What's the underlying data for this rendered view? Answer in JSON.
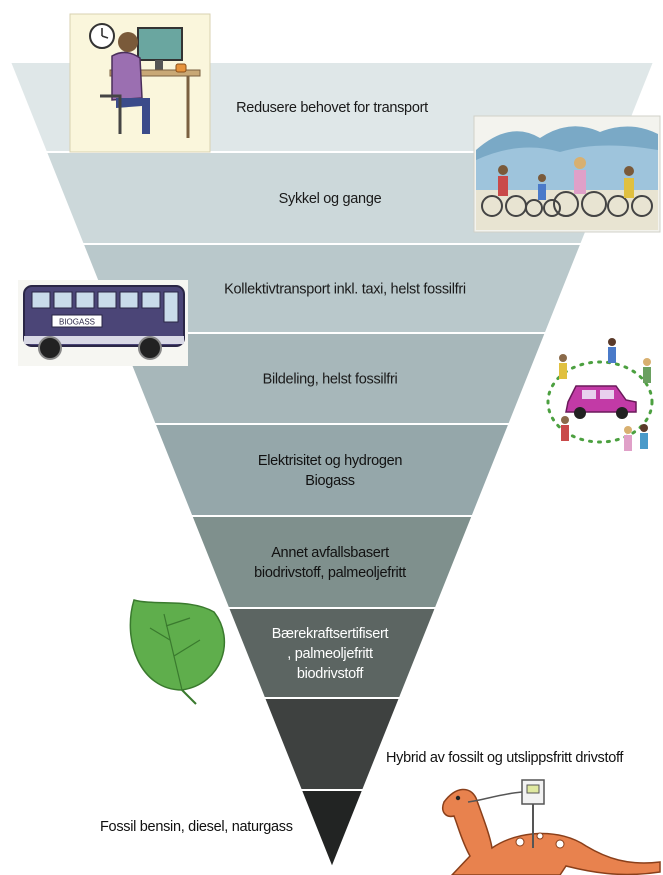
{
  "pyramid": {
    "levels": [
      {
        "id": "reduce-transport",
        "lines": [
          "Redusere behovet for transport"
        ],
        "fill": "#dfe7e8",
        "text_color": "#1a1a1a"
      },
      {
        "id": "cycling-walking",
        "lines": [
          "Sykkel og gange"
        ],
        "fill": "#ccd8da",
        "text_color": "#1a1a1a"
      },
      {
        "id": "public-transport",
        "lines": [
          "Kollektivtransport inkl. taxi, helst fossilfri"
        ],
        "fill": "#b9c8cb",
        "text_color": "#1a1a1a"
      },
      {
        "id": "car-sharing",
        "lines": [
          "Bildeling, helst fossilfri"
        ],
        "fill": "#a7b7ba",
        "text_color": "#1a1a1a"
      },
      {
        "id": "electricity-hydrogen",
        "lines": [
          "Elektrisitet og hydrogen",
          "Biogass"
        ],
        "fill": "#95a7aa",
        "text_color": "#111111"
      },
      {
        "id": "waste-biofuel",
        "lines": [
          "Annet avfallsbasert",
          "biodrivstoff, palmeoljefritt"
        ],
        "fill": "#7f908d",
        "text_color": "#111111"
      },
      {
        "id": "certified-biofuel",
        "lines": [
          "Bærekraftsertifisert",
          ", palmeoljefritt",
          "biodrivstoff"
        ],
        "fill": "#5c6562",
        "text_color": "#ffffff"
      },
      {
        "id": "hybrid",
        "lines": [],
        "fill": "#3e4140",
        "text_color": "#ffffff"
      },
      {
        "id": "fossil",
        "lines": [],
        "fill": "#222423",
        "text_color": "#ffffff"
      }
    ],
    "outside_labels": {
      "hybrid": "Hybrid av fossilt og utslippsfritt drivstoff",
      "fossil": "Fossil bensin, diesel, naturgass"
    }
  },
  "illustrations": [
    {
      "name": "home-office-illustration",
      "depicts": "person working at computer desk"
    },
    {
      "name": "cyclists-illustration",
      "depicts": "family cycling by water"
    },
    {
      "name": "bus-illustration",
      "depicts": "purple bus",
      "text": "BIOGASS"
    },
    {
      "name": "car-sharing-illustration",
      "depicts": "people sharing a car"
    },
    {
      "name": "leaf-illustration",
      "depicts": "green leaf"
    },
    {
      "name": "dinosaur-illustration",
      "depicts": "orange dinosaur with fuel pump"
    }
  ],
  "colors": {
    "bus_body": "#4b4577",
    "car": "#c23aa6",
    "leaf": "#5fae4c",
    "dinosaur": "#e8824e"
  }
}
